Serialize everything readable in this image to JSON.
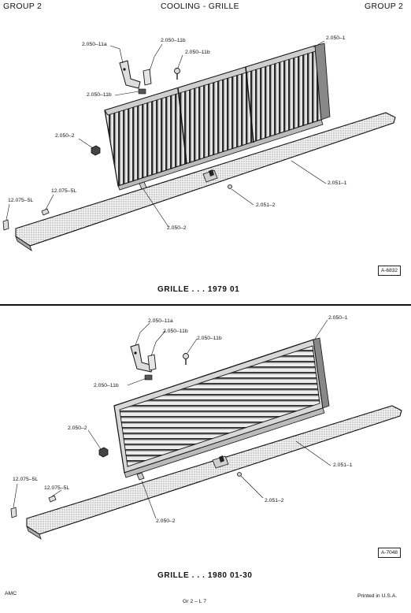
{
  "header": {
    "left": "GROUP 2",
    "center": "COOLING - GRILLE",
    "right": "GROUP 2"
  },
  "diagram_1979": {
    "labels": {
      "p_2050_11a": "2.050–11a",
      "p_2050_11b_top": "2.050–11b",
      "p_2050_11b_screw": "2.050–11b",
      "p_2050_11b_left": "2.050–11b",
      "p_2050_1": "2.050–1",
      "p_2050_2_nut": "2.050–2",
      "p_12075_5l_a": "12.075–5L",
      "p_12075_5l_b": "12.075–5L",
      "p_2051_1": "2.051–1",
      "p_2051_2": "2.051–2",
      "p_2050_2_bottom": "2.050–2"
    },
    "ref": "A-6832",
    "caption": "GRILLE . . . 1979  01"
  },
  "diagram_1980": {
    "labels": {
      "p_2050_11a": "2.050–11a",
      "p_2050_11b_top": "2.050–11b",
      "p_2050_11b_screw": "2.050–11b",
      "p_2050_11b_left": "2.050–11b",
      "p_2050_1": "2.050–1",
      "p_2050_2_nut": "2.050–2",
      "p_12075_5l_a": "12.075–5L",
      "p_12075_5l_b": "12.075–5L",
      "p_2051_1": "2.051–1",
      "p_2051_2": "2.051–2",
      "p_2050_2_bottom": "2.050–2"
    },
    "ref": "A-7048",
    "caption": "GRILLE . . . 1980  01-30"
  },
  "footer": {
    "left": "AMC",
    "center": "Gr  2  –  L  7",
    "right": "Printed  in U.S.A."
  }
}
